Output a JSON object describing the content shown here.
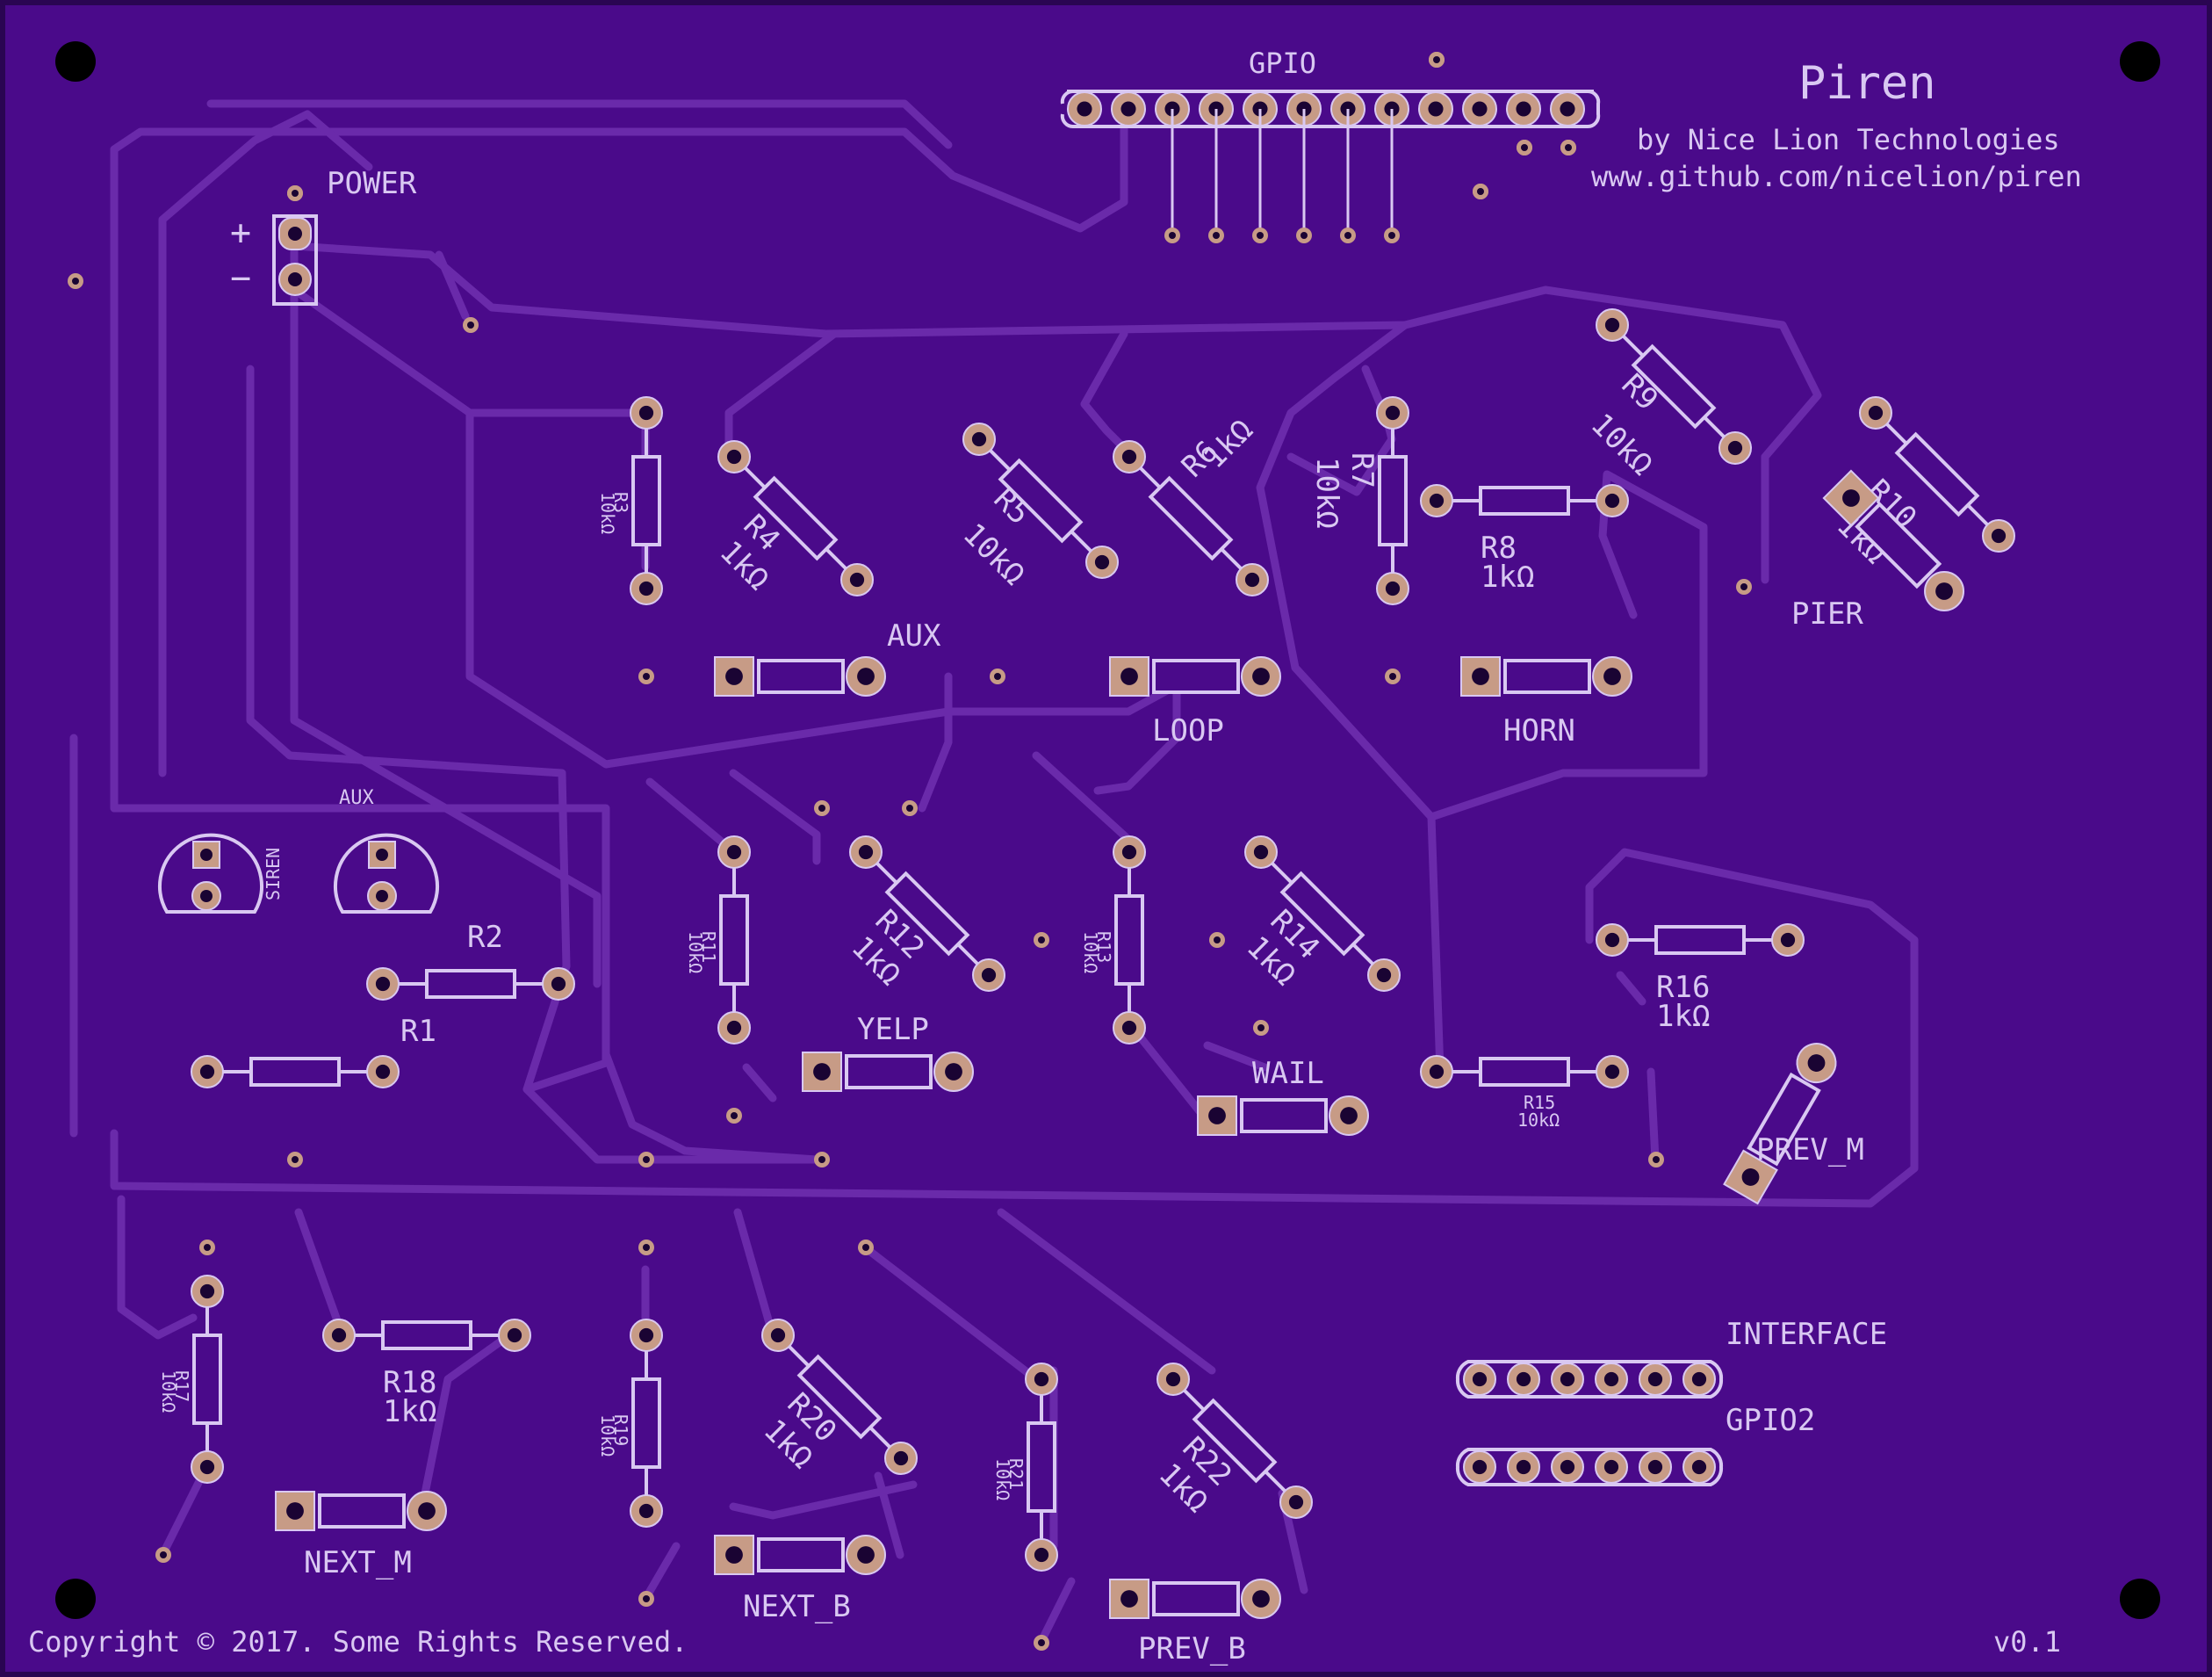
{
  "board": {
    "title": "Piren",
    "byline": "by Nice Lion Technologies",
    "url": "www.github.com/nicelion/piren",
    "copyright": "Copyright © 2017. Some Rights Reserved.",
    "version": "v0.1",
    "colors": {
      "board": "#4a0a8a",
      "trace": "#6a2aaa",
      "silk": "#d9c8f2",
      "pad": "#c79b86"
    }
  },
  "headers": {
    "gpio": "GPIO",
    "interface": "INTERFACE",
    "gpio2": "GPIO2",
    "power": "POWER",
    "plus": "+",
    "minus": "−"
  },
  "leds": {
    "siren": "SIREN",
    "aux": "AUX"
  },
  "resistors": [
    {
      "ref": "R1",
      "value": ""
    },
    {
      "ref": "R2",
      "value": ""
    },
    {
      "ref": "R3",
      "value": "10kΩ"
    },
    {
      "ref": "R4",
      "value": "1kΩ"
    },
    {
      "ref": "R5",
      "value": "10kΩ"
    },
    {
      "ref": "R6",
      "value": "1kΩ"
    },
    {
      "ref": "R7",
      "value": "10kΩ"
    },
    {
      "ref": "R8",
      "value": "1kΩ"
    },
    {
      "ref": "R9",
      "value": "10kΩ"
    },
    {
      "ref": "R10",
      "value": "1kΩ"
    },
    {
      "ref": "R11",
      "value": "10kΩ"
    },
    {
      "ref": "R12",
      "value": "1kΩ"
    },
    {
      "ref": "R13",
      "value": "10kΩ"
    },
    {
      "ref": "R14",
      "value": "1kΩ"
    },
    {
      "ref": "R15",
      "value": "10kΩ"
    },
    {
      "ref": "R16",
      "value": "1kΩ"
    },
    {
      "ref": "R17",
      "value": "10kΩ"
    },
    {
      "ref": "R18",
      "value": "1kΩ"
    },
    {
      "ref": "R19",
      "value": "10kΩ"
    },
    {
      "ref": "R20",
      "value": "1kΩ"
    },
    {
      "ref": "R21",
      "value": "10kΩ"
    },
    {
      "ref": "R22",
      "value": "1kΩ"
    }
  ],
  "buttons": [
    "AUX",
    "LOOP",
    "HORN",
    "PIER",
    "YELP",
    "WAIL",
    "PREV_M",
    "NEXT_M",
    "NEXT_B",
    "PREV_B"
  ]
}
